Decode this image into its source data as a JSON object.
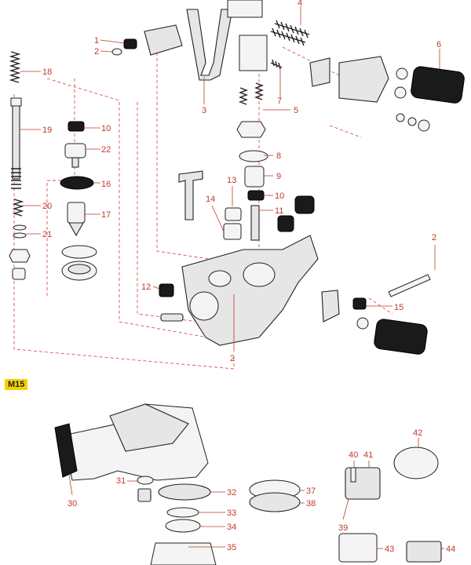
{
  "section_badge": "M15",
  "callouts": {
    "c1": "1",
    "c2a": "2",
    "c3": "3",
    "c4": "4",
    "c5": "5",
    "c6": "6",
    "c7": "7",
    "c8": "8",
    "c9": "9",
    "c10a": "10",
    "c10b": "10",
    "c11": "11",
    "c12": "12",
    "c13": "13",
    "c14": "14",
    "c15": "15",
    "c16": "16",
    "c17": "17",
    "c18": "18",
    "c19": "19",
    "c20": "20",
    "c21": "21",
    "c22": "22",
    "c2b": "2",
    "c2c": "2",
    "c30": "30",
    "c31": "31",
    "c32": "32",
    "c33": "33",
    "c34": "34",
    "c35": "35",
    "c37": "37",
    "c38": "38",
    "c39": "39",
    "c40": "40",
    "c41": "41",
    "c42": "42",
    "c43": "43",
    "c44": "44"
  },
  "colors": {
    "callout": "#c0392b",
    "badge": "#f5d300",
    "line": "#222222"
  }
}
